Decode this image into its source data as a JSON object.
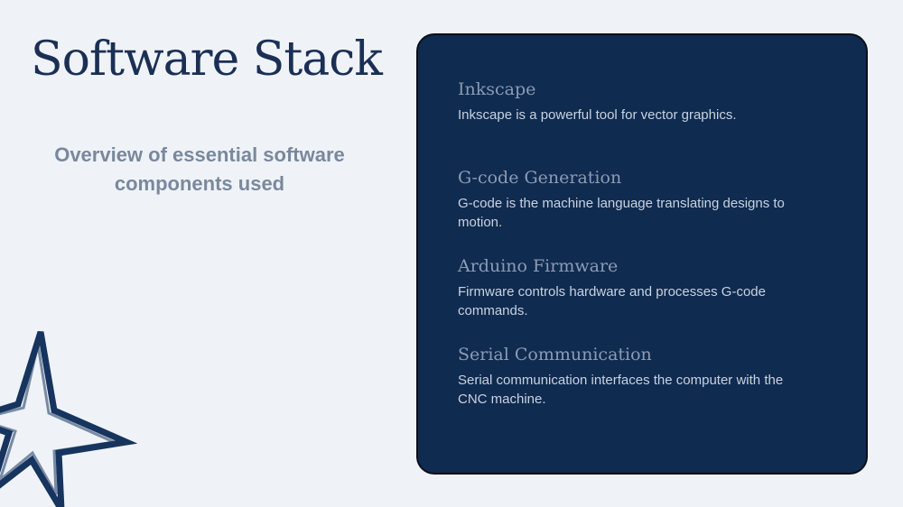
{
  "slide": {
    "title": "Software Stack",
    "subtitle": "Overview of essential software components used",
    "decoration_icon": "star-icon"
  },
  "panel": {
    "items": [
      {
        "title": "Inkscape",
        "description": "Inkscape is a powerful tool for vector graphics."
      },
      {
        "title": "G-code Generation",
        "description": "G-code is the machine language translating designs to motion."
      },
      {
        "title": "Arduino Firmware",
        "description": "Firmware controls hardware and processes G-code commands."
      },
      {
        "title": "Serial Communication",
        "description": "Serial communication interfaces the computer with the CNC machine."
      }
    ]
  },
  "colors": {
    "background": "#eff3f8",
    "title": "#1b2f55",
    "subtitle": "#7a889d",
    "panel": "#0f2b50",
    "panel_heading": "#8d9bb3",
    "panel_text": "#c9d2e0",
    "star_stroke": "#16345e"
  }
}
